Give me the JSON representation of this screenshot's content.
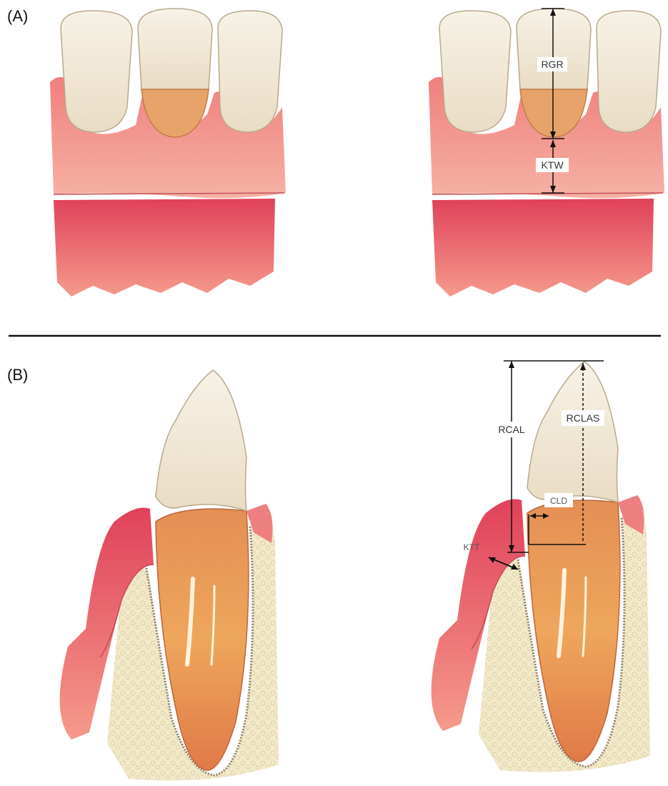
{
  "panels": {
    "a": {
      "label": "(A)"
    },
    "b": {
      "label": "(B)"
    }
  },
  "measurements": {
    "rgr": "RGR",
    "ktw": "KTW",
    "rcal": "RCAL",
    "rclas": "RCLAS",
    "cld": "CLD",
    "ktt": "KTT"
  },
  "colors": {
    "enamel": "#f3ecdc",
    "gingiva": "#f08b86",
    "mucosa": "#e2535f",
    "root": "#e99a5a",
    "bone": "#efe6c4",
    "line": "#111111"
  }
}
